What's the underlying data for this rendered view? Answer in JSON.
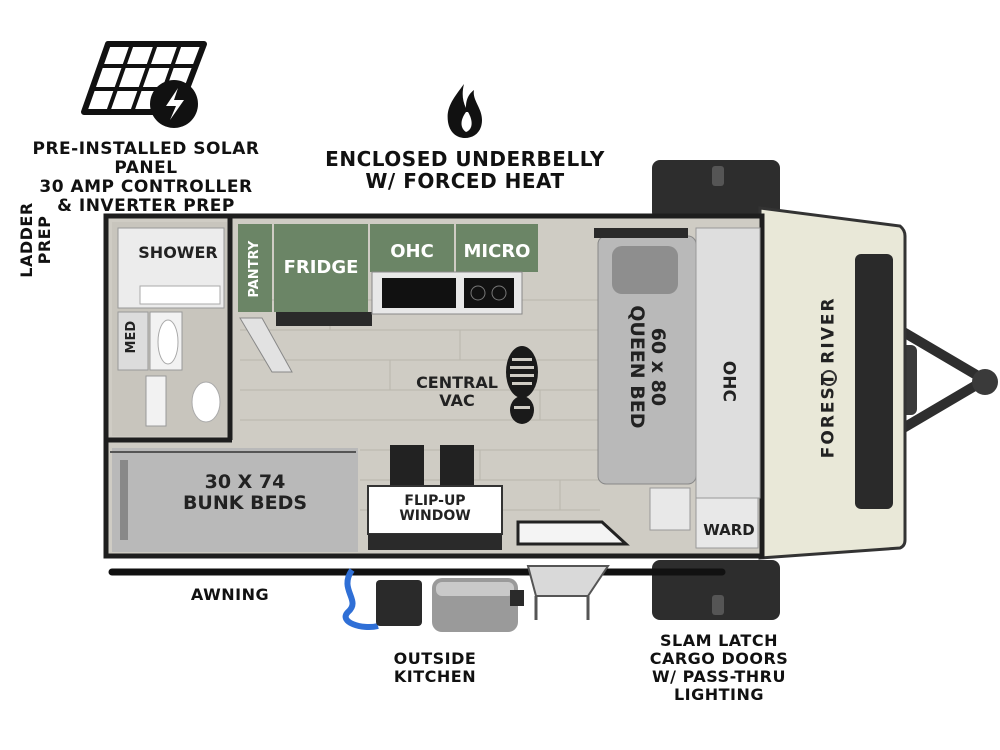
{
  "callouts": {
    "solar": [
      "PRE-INSTALLED SOLAR PANEL",
      "30 AMP CONTROLLER",
      "& INVERTER PREP"
    ],
    "underbelly": [
      "ENCLOSED UNDERBELLY",
      "W/ FORCED HEAT"
    ],
    "ladder": [
      "LADDER",
      "PREP"
    ],
    "awning": "AWNING",
    "kitchen": [
      "OUTSIDE",
      "KITCHEN"
    ],
    "cargo": [
      "SLAM LATCH",
      "CARGO DOORS",
      "W/ PASS-THRU",
      "LIGHTING"
    ]
  },
  "rooms": {
    "shower": "SHOWER",
    "med": "MED",
    "pantry": "PANTRY",
    "fridge": "FRIDGE",
    "ohc_kitchen": "OHC",
    "micro": "MICRO",
    "central_vac": [
      "CENTRAL",
      "VAC"
    ],
    "bed": [
      "60 x 80",
      "QUEEN BED"
    ],
    "ohc_front": "OHC",
    "bunk": [
      "30 X 74",
      "BUNK BEDS"
    ],
    "flip_window": [
      "FLIP-UP",
      "WINDOW"
    ],
    "ward": "WARD"
  },
  "brand": "FOREST RIVER",
  "colors": {
    "floor": "#cfccc4",
    "wall": "#1e1e1e",
    "cabinet_green": "#6b8566",
    "bed_gray": "#b9b9b9",
    "front_cap": "#e9e8d8"
  }
}
